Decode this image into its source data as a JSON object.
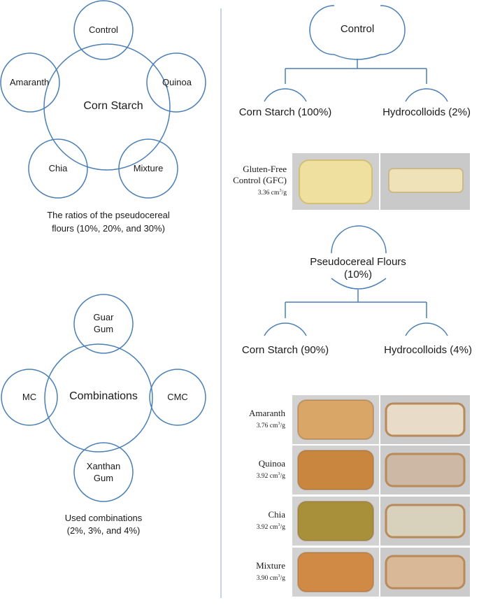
{
  "left": {
    "corn_starch_diagram": {
      "center": "Corn Starch",
      "satellites": {
        "top": "Control",
        "left": "Amaranth",
        "right": "Quinoa",
        "bottom_left": "Chia",
        "bottom_right": "Mixture"
      },
      "caption_line1": "The ratios of the pseudocereal",
      "caption_line2": "flours (10%, 20%, and 30%)"
    },
    "combinations_diagram": {
      "center": "Combinations",
      "satellites": {
        "top_line1": "Guar",
        "top_line2": "Gum",
        "left": "MC",
        "right": "CMC",
        "bottom_line1": "Xanthan",
        "bottom_line2": "Gum"
      },
      "caption_line1": "Used combinations",
      "caption_line2": "(2%, 3%, and 4%)"
    }
  },
  "right": {
    "control_tree": {
      "root": "Control",
      "left_child": "Corn Starch (100%)",
      "right_child": "Hydrocolloids (2%)"
    },
    "gfc_sample": {
      "name_line1": "Gluten-Free",
      "name_line2": "Control (GFC)",
      "volume": "3.36 cm",
      "volume_unit": "/g"
    },
    "pseudo_tree": {
      "root_line1": "Pseudocereal Flours",
      "root_line2": "(10%)",
      "left_child": "Corn Starch (90%)",
      "right_child": "Hydrocolloids (4%)"
    },
    "samples": [
      {
        "name": "Amaranth",
        "volume": "3.76 cm",
        "unit": "/g"
      },
      {
        "name": "Quinoa",
        "volume": "3.92 cm",
        "unit": "/g"
      },
      {
        "name": "Chia",
        "volume": "3.92 cm",
        "unit": "/g"
      },
      {
        "name": "Mixture",
        "volume": "3.90 cm",
        "unit": "/g"
      }
    ]
  },
  "colors": {
    "circle_stroke": "#4a7fb5",
    "divider": "#9ab8d6",
    "photo_bg": "#d9d9d9"
  }
}
